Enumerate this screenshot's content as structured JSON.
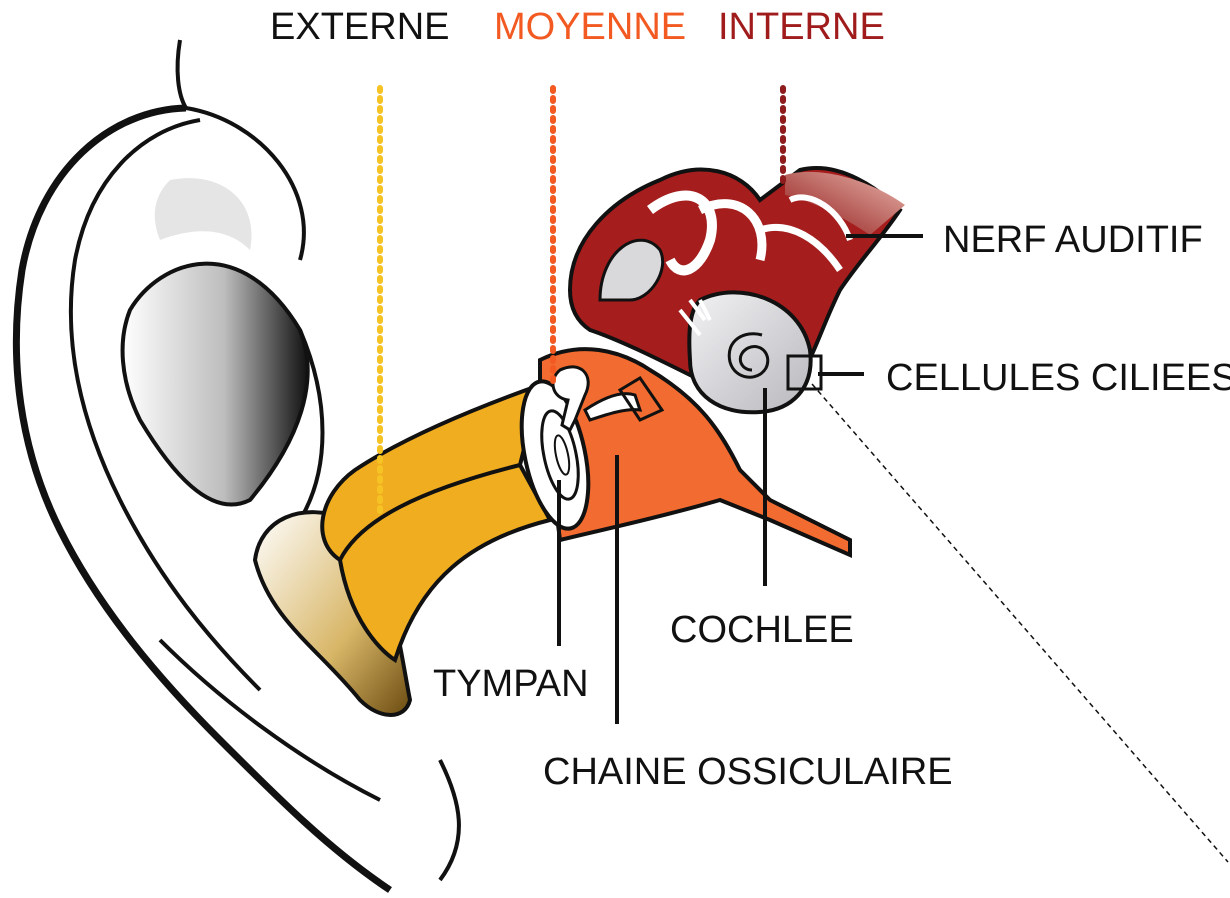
{
  "sections": {
    "externe": "EXTERNE",
    "moyenne": "MOYENNE",
    "interne": "INTERNE"
  },
  "labels": {
    "nerf_auditif": "NERF AUDITIF",
    "cellules_ciliees": "CELLULES CILIEES",
    "cochlee": "COCHLEE",
    "tympan": "TYMPAN",
    "chaine_ossiculaire": "CHAINE OSSICULAIRE"
  },
  "colors": {
    "externe": "#f6c324",
    "moyenne": "#f25a22",
    "interne": "#8e1c1c",
    "canal": "#f1ad20",
    "middle_ear": "#f26b30",
    "inner_ear": "#a51d1d",
    "cochlea_gray": "#d9d9dc",
    "text": "#111111"
  }
}
